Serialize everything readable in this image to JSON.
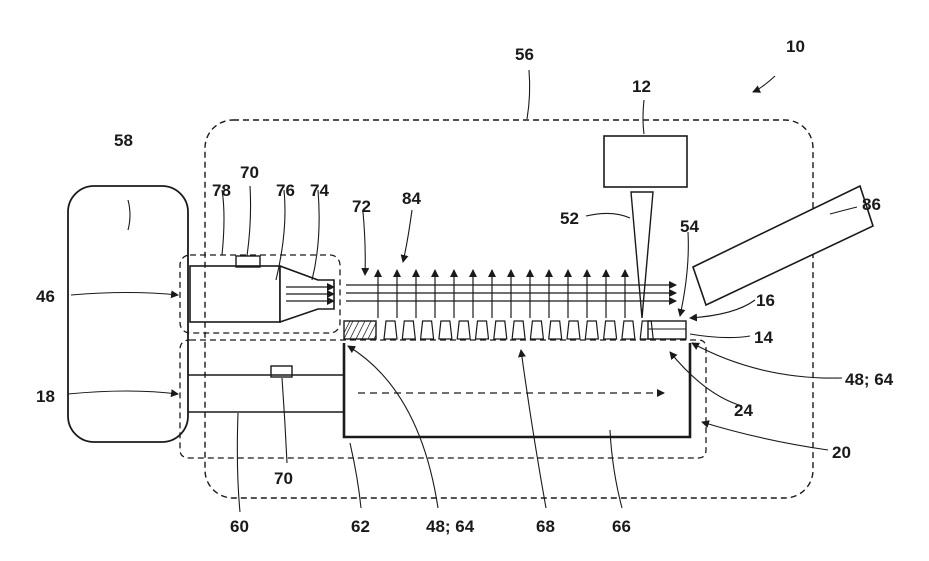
{
  "figure": {
    "kind": "patent-schematic",
    "stroke_color": "#1a1a1a",
    "background": "#ffffff"
  },
  "references": {
    "r10": "10",
    "r12": "12",
    "r14": "14",
    "r16": "16",
    "r18": "18",
    "r20": "20",
    "r24": "24",
    "r46": "46",
    "r48_64_right": "48; 64",
    "r48_64_bottom": "48; 64",
    "r52": "52",
    "r54": "54",
    "r56": "56",
    "r58": "58",
    "r60": "60",
    "r62": "62",
    "r66": "66",
    "r68": "68",
    "r70_top": "70",
    "r70_bottom": "70",
    "r72": "72",
    "r74": "74",
    "r76": "76",
    "r78": "78",
    "r84": "84",
    "r86": "86"
  }
}
